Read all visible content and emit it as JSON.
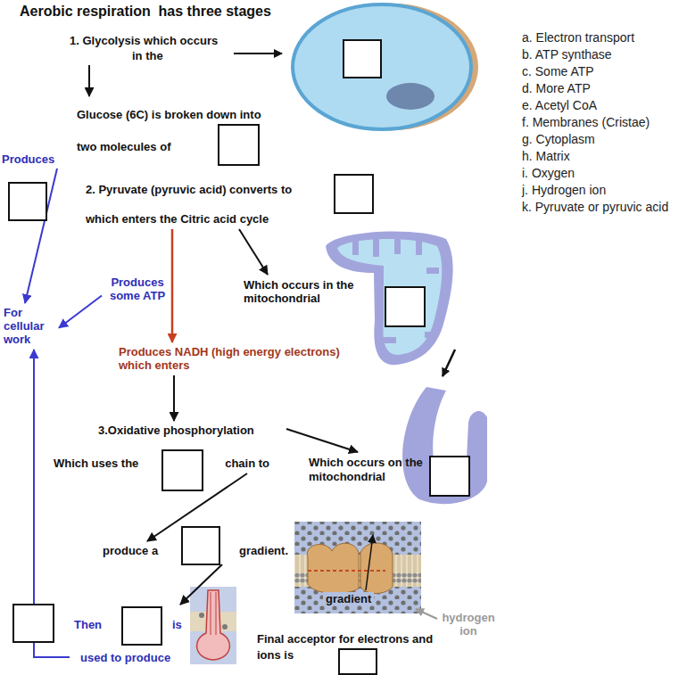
{
  "diagram": {
    "title": "Aerobic respiration  has three stages",
    "nodes": [
      {
        "text": [
          "1. Glycolysis which occurs in the"
        ]
      },
      {
        "text": [
          "Glucose (6C) is broken down into two molecules of"
        ]
      },
      {
        "text": [
          "Produces"
        ]
      },
      {
        "text": [
          "2. Pyruvate (pyruvic acid) converts to",
          "which enters the Citric acid cycle"
        ]
      },
      {
        "text": [
          "Which occurs in the mitochondrial"
        ]
      },
      {
        "text": [
          "Produces some ATP"
        ]
      },
      {
        "text": [
          "For cellular work"
        ]
      },
      {
        "text": [
          "Produces NADH (high energy electrons) which enters"
        ]
      },
      {
        "text": [
          "3.Oxidative phosphorylation"
        ]
      },
      {
        "text": [
          "Which uses the",
          "chain to"
        ]
      },
      {
        "text": [
          "Which occurs on the mitochondrial"
        ]
      },
      {
        "text": [
          "produce a",
          "gradient."
        ]
      },
      {
        "text": [
          "Then",
          "is",
          "used to produce"
        ]
      },
      {
        "text": [
          "Final acceptor for electrons and ions is"
        ]
      }
    ],
    "edges": [
      {
        "from": 0,
        "to": 1,
        "arrow": "to"
      },
      {
        "from": 2,
        "to": 6,
        "arrow": "to"
      },
      {
        "from": 5,
        "to": 6,
        "arrow": "to"
      },
      {
        "from": 3,
        "to": 7,
        "arrow": "to"
      },
      {
        "from": 3,
        "to": 4,
        "arrow": "to"
      },
      {
        "from": 7,
        "to": 8,
        "arrow": "to"
      },
      {
        "from": 8,
        "to": 10,
        "arrow": "to"
      },
      {
        "from": 9,
        "to": 11,
        "arrow": "to"
      },
      {
        "from": 11,
        "to": 12,
        "arrow": "to"
      },
      {
        "from": 12,
        "to": 6,
        "arrow": "to"
      }
    ],
    "labels": [
      "a. Electron transport",
      "b. ATP synthase",
      "c. Some ATP",
      "d. More ATP",
      "e. Acetyl CoA",
      "f. Membranes (Cristae)",
      "g. Cytoplasm",
      "h. Matrix",
      "i. Oxygen",
      "j. Hydrogen ion",
      "k. Pyruvate or pyruvic acid",
      "gradient",
      "hydrogen ion"
    ]
  }
}
